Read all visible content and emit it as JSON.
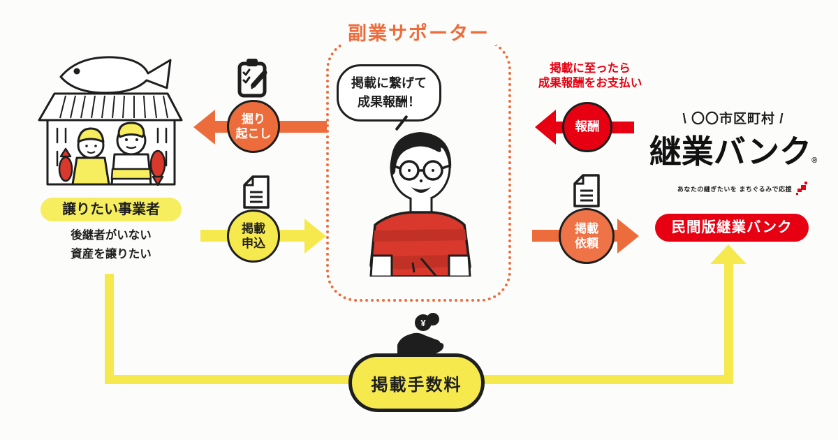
{
  "colors": {
    "orange": "#ED6C3C",
    "yellow": "#F5E94E",
    "badge_yellow": "#F6EE5E",
    "red": "#E60012",
    "ink": "#1E1E1E",
    "shirt_red": "#D8392C"
  },
  "supporter": {
    "title": "副業サポーター",
    "bubble_line1": "掲載に繋げて",
    "bubble_line2": "成果報酬！"
  },
  "owner": {
    "label": "譲りたい事業者",
    "note1": "後継者がいない",
    "note2": "資産を譲りたい"
  },
  "flow": {
    "dig": {
      "line1": "掘り",
      "line2": "起こし"
    },
    "apply": {
      "line1": "掲載",
      "line2": "申込"
    },
    "reward": {
      "label": "報酬",
      "note1": "掲載に至ったら",
      "note2": "成果報酬をお支払い"
    },
    "request": {
      "line1": "掲載",
      "line2": "依頼"
    }
  },
  "bank": {
    "municipality": "\\ 〇〇市区町村 /",
    "logo": "継業バンク",
    "reg": "®",
    "tagline": "あなたの継ぎたいを まちぐるみで応援",
    "badge": "民間版継業バンク"
  },
  "fee": {
    "label": "掲載手数料"
  },
  "icons": {
    "clipboard": "clipboard-check-icon",
    "document_left": "document-icon",
    "document_right": "document-icon",
    "hand_coin": "hand-coin-yen-icon",
    "japan_map": "japan-map-icon",
    "fish_shop": "fish-shop-illustration",
    "supporter_person": "supporter-person-illustration"
  }
}
